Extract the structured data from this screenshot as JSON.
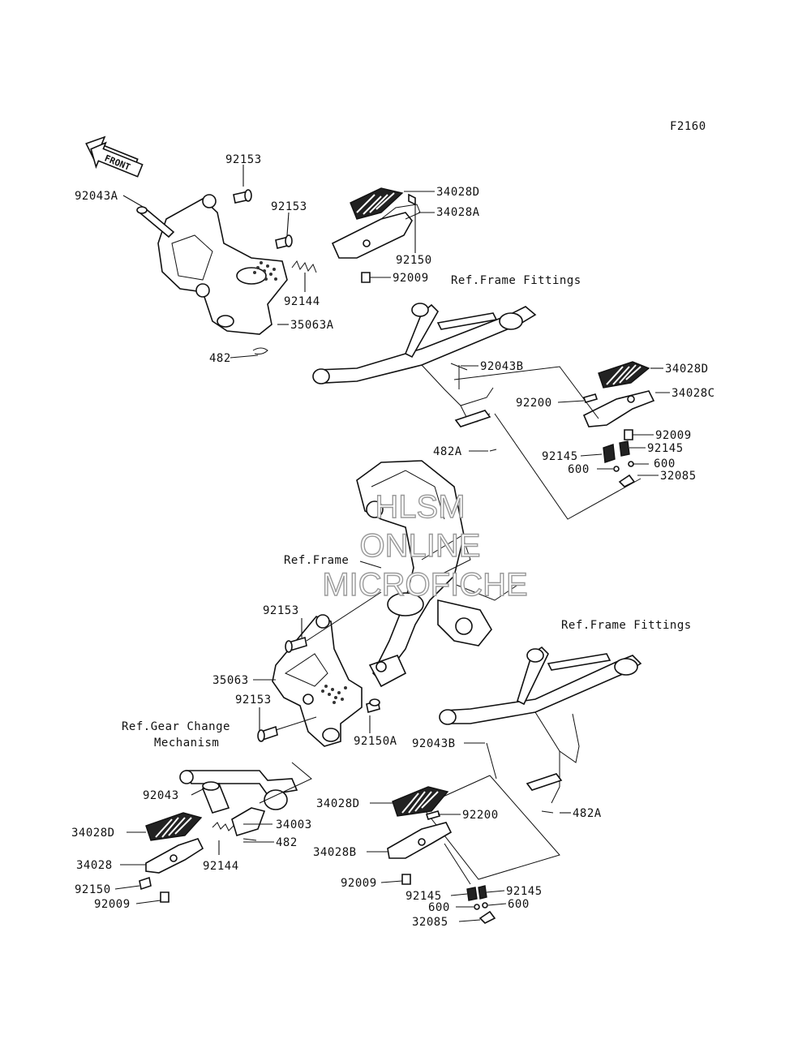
{
  "diagram_code": "F2160",
  "front_arrow": "FRONT",
  "watermark": [
    "HLSM",
    "ONLINE",
    "MICROFICHE"
  ],
  "references": {
    "frame_fittings_top": "Ref.Frame Fittings",
    "frame": "Ref.Frame",
    "frame_fittings_bottom": "Ref.Frame Fittings",
    "gear_change_1": "Ref.Gear Change",
    "gear_change_2": "Mechanism"
  },
  "labels": {
    "l92153a": "92153",
    "l92043A": "92043A",
    "l92153b": "92153",
    "l34028D_a": "34028D",
    "l34028A": "34028A",
    "l92150a": "92150",
    "l92009a": "92009",
    "l92144a": "92144",
    "l35063A": "35063A",
    "l482a": "482",
    "l92043B_a": "92043B",
    "l34028D_b": "34028D",
    "l34028C": "34028C",
    "l92200a": "92200",
    "l92009b": "92009",
    "l92145a": "92145",
    "l92145b": "92145",
    "l600a": "600",
    "l600b": "600",
    "l32085a": "32085",
    "l482A_a": "482A",
    "l92153c": "92153",
    "l35063": "35063",
    "l92153d": "92153",
    "l92150A": "92150A",
    "l92043": "92043",
    "l92043B_b": "92043B",
    "l34003": "34003",
    "l482b": "482",
    "l34028D_c": "34028D",
    "l34028": "34028",
    "l92144b": "92144",
    "l92150b": "92150",
    "l92009c": "92009",
    "l34028D_d": "34028D",
    "l92200b": "92200",
    "l482A_b": "482A",
    "l34028B": "34028B",
    "l92009d": "92009",
    "l92145c": "92145",
    "l92145d": "92145",
    "l600c": "600",
    "l600d": "600",
    "l32085b": "32085"
  }
}
